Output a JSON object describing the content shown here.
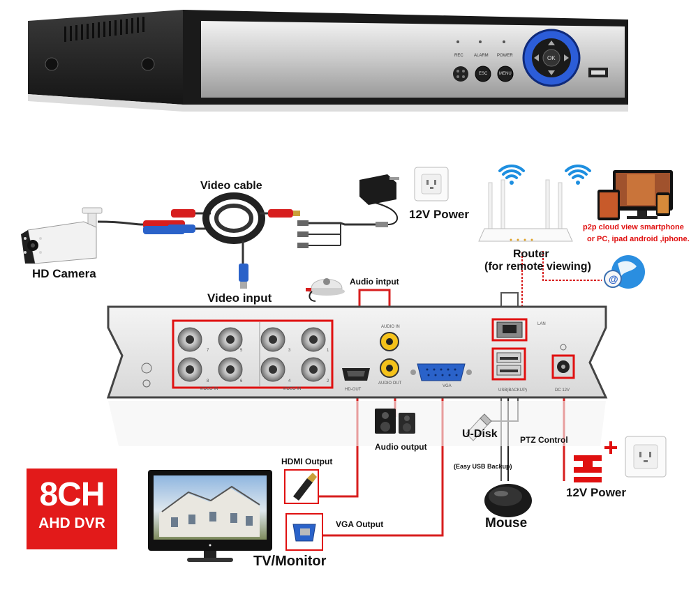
{
  "labels": {
    "video_cable": "Video cable",
    "power_top": "12V Power",
    "hd_camera": "HD Camera",
    "video_input": "Video input",
    "router": "Router",
    "router_sub": "(for remote viewing)",
    "p2p_line1": "p2p cloud  view smartphone",
    "p2p_line2": "or PC, ipad android ,iphone.",
    "audio_input": "Audio intput",
    "audio_output": "Audio output",
    "hdmi_output": "HDMI Output",
    "vga_output": "VGA Output",
    "udisk": "U-Disk",
    "udisk_sub": "(Easy USB Backup)",
    "ptz": "PTZ Control",
    "power_bottom": "12V Power",
    "mouse": "Mouse",
    "tv": "TV/Monitor"
  },
  "front_panel": {
    "rec": "REC",
    "alarm": "ALARM",
    "power": "POWER",
    "esc": "ESC",
    "menu": "MENU",
    "ok": "OK"
  },
  "rear_panel": {
    "video_in_1": "VIDEO IN",
    "video_in_2": "VIDEO IN",
    "audio_in": "AUDIO IN",
    "audio_out": "AUDIO OUT",
    "hd_out": "HD-OUT",
    "vga": "VGA",
    "lan": "LAN",
    "usb": "USB(BACKUP)",
    "dc": "DC 12V",
    "ch": [
      "7",
      "5",
      "3",
      "1",
      "8",
      "6",
      "4",
      "2"
    ]
  },
  "badge": {
    "channels": "8CH",
    "type": "AHD DVR"
  },
  "colors": {
    "accent": "#e21a1a",
    "cable_red": "#d71e1e",
    "cable_blue": "#2a62c9"
  }
}
